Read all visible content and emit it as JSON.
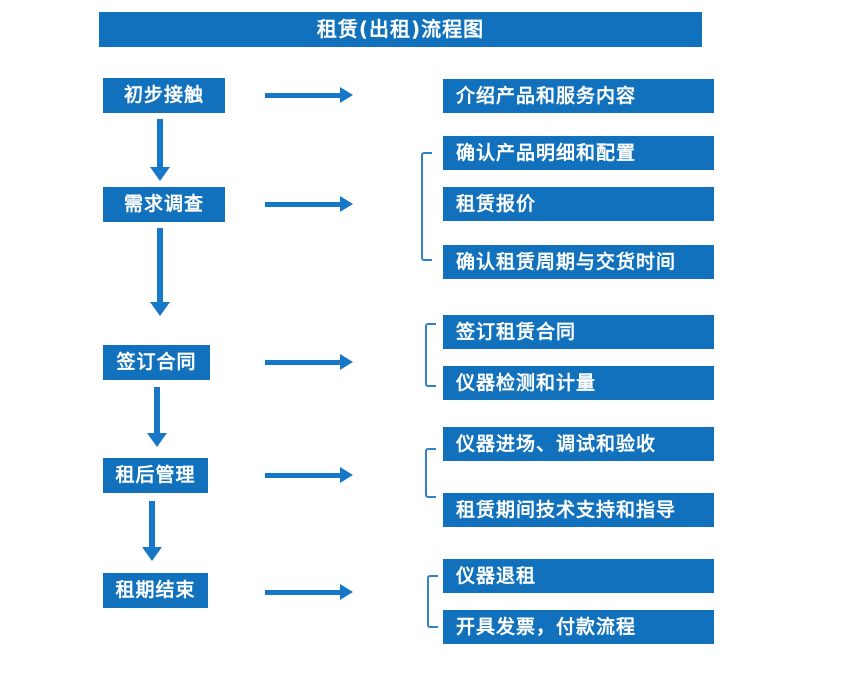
{
  "title": "租赁(出租)流程图",
  "colors": {
    "box": "#1171BD",
    "arrow": "#1878C8",
    "bracket": "#3381C5",
    "text_on_blue": "#FFFFFF",
    "background": "#FFFFFF"
  },
  "steps": [
    {
      "label": "初步接触",
      "outputs": [
        "介绍产品和服务内容"
      ]
    },
    {
      "label": "需求调查",
      "outputs": [
        "确认产品明细和配置",
        "租赁报价",
        "确认租赁周期与交货时间"
      ]
    },
    {
      "label": "签订合同",
      "outputs": [
        "签订租赁合同",
        "仪器检测和计量"
      ]
    },
    {
      "label": "租后管理",
      "outputs": [
        "仪器进场、调试和验收",
        "租赁期间技术支持和指导"
      ]
    },
    {
      "label": "租期结束",
      "outputs": [
        "仪器退租",
        "开具发票，付款流程"
      ]
    }
  ]
}
